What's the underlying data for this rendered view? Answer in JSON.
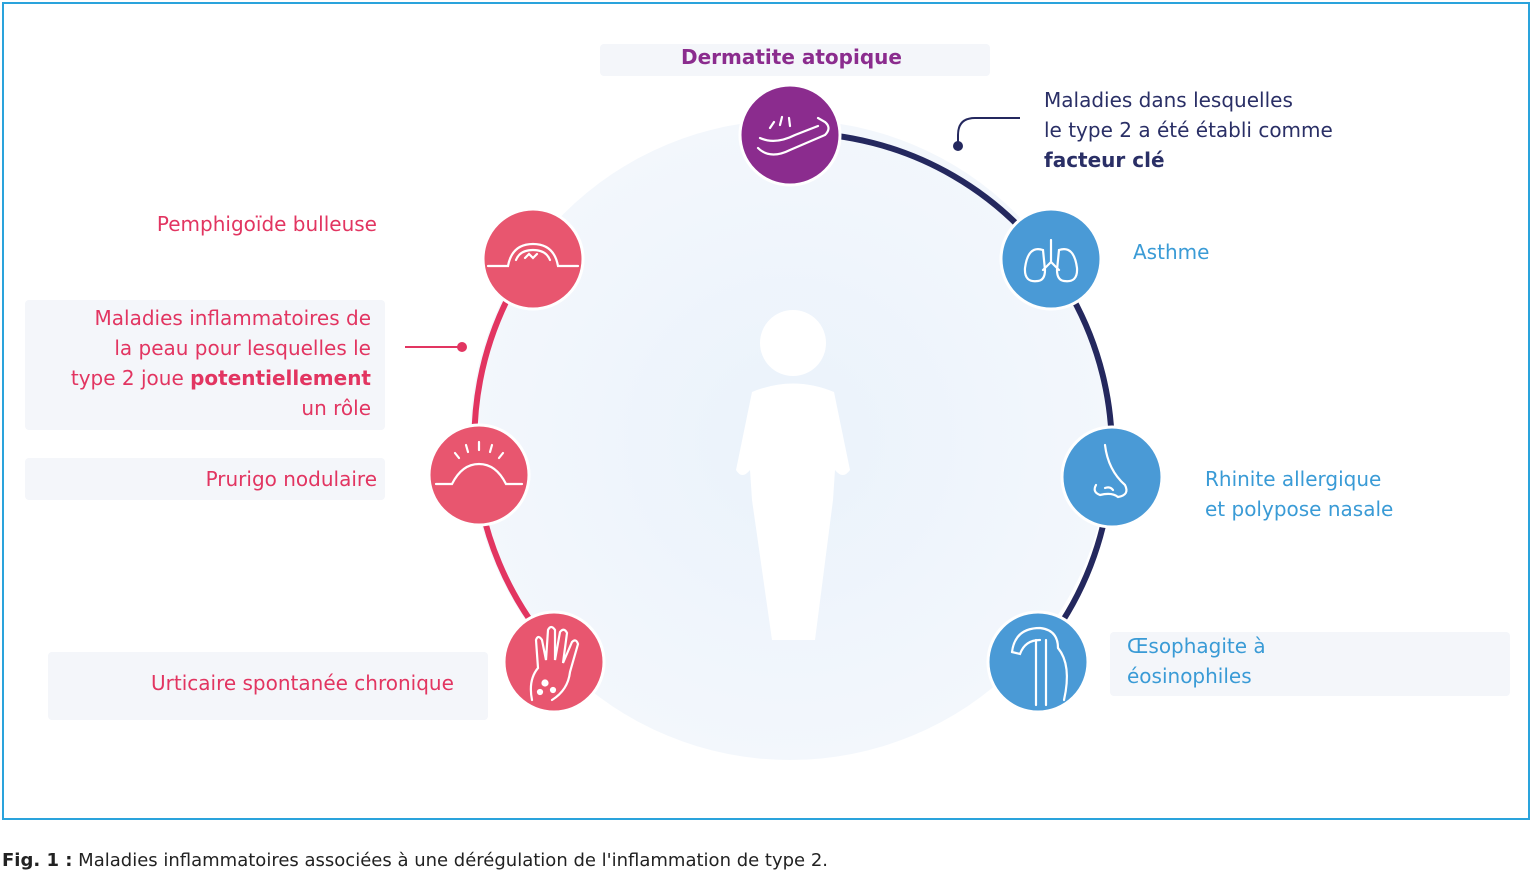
{
  "nodes": {
    "dermatite": {
      "label": "Dermatite atopique"
    },
    "asthme": {
      "label": "Asthme"
    },
    "rhinite": {
      "line1": "Rhinite allergique",
      "line2": "et polypose nasale"
    },
    "oesophagite": {
      "line1": "Œsophagite à",
      "line2": "éosinophiles"
    },
    "pemphigoide": {
      "label": "Pemphigoïde bulleuse"
    },
    "prurigo": {
      "label": "Prurigo nodulaire"
    },
    "urticaire": {
      "label": "Urticaire spontanée chronique"
    }
  },
  "groups": {
    "key": {
      "line1": "Maladies dans lesquelles",
      "line2": "le type 2 a été établi comme",
      "line3": "facteur clé"
    },
    "potential": {
      "line1": "Maladies inflammatoires de",
      "line2": "la peau pour lesquelles le",
      "line3_pre": "type 2 joue ",
      "line3_bold": "potentiellement",
      "line4": "un rôle"
    }
  },
  "caption": {
    "prefix": "Fig. 1 :",
    "text": " Maladies inflammatoires associées à une dérégulation de l'inflammation de type 2."
  },
  "colors": {
    "pink": "#e23561",
    "blue": "#3a9bd6",
    "navy": "#24285e",
    "purple": "#8b2c8e",
    "frame": "#2aa3dc"
  },
  "icons": [
    "arm-eczema-icon",
    "lungs-icon",
    "nose-icon",
    "esophagus-icon",
    "skin-blister-icon",
    "skin-nodule-icon",
    "hand-hives-icon",
    "person-silhouette-icon"
  ]
}
